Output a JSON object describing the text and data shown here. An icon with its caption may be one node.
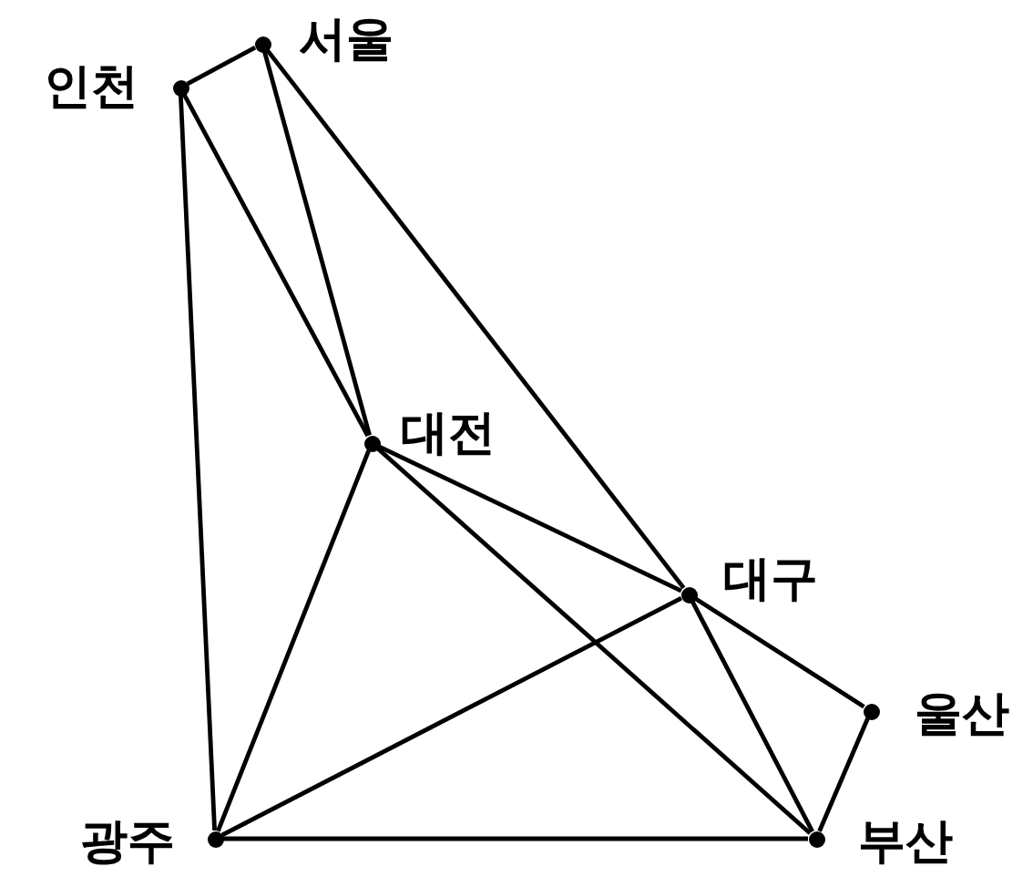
{
  "diagram": {
    "nodes": [
      {
        "text": [],
        "shape": "circle",
        "beside": [
          "서울"
        ]
      },
      {
        "text": [],
        "shape": "circle",
        "beside": [
          "인천"
        ]
      },
      {
        "text": [],
        "shape": "circle",
        "beside": [
          "대전"
        ]
      },
      {
        "text": [],
        "shape": "circle",
        "beside": [
          "대구"
        ]
      },
      {
        "text": [],
        "shape": "circle",
        "beside": [
          "울산"
        ]
      },
      {
        "text": [],
        "shape": "circle",
        "beside": [
          "광주"
        ]
      },
      {
        "text": [],
        "shape": "circle",
        "beside": [
          "부산"
        ]
      }
    ],
    "edges": [
      {
        "from": 1,
        "to": 0,
        "arrow": "none"
      },
      {
        "from": 1,
        "to": 5,
        "arrow": "none"
      },
      {
        "from": 1,
        "to": 2,
        "arrow": "none"
      },
      {
        "from": 0,
        "to": 2,
        "arrow": "none"
      },
      {
        "from": 0,
        "to": 3,
        "arrow": "none"
      },
      {
        "from": 2,
        "to": 5,
        "arrow": "none"
      },
      {
        "from": 2,
        "to": 3,
        "arrow": "none"
      },
      {
        "from": 2,
        "to": 6,
        "arrow": "none"
      },
      {
        "from": 3,
        "to": 5,
        "arrow": "none"
      },
      {
        "from": 3,
        "to": 4,
        "arrow": "none"
      },
      {
        "from": 3,
        "to": 6,
        "arrow": "none"
      },
      {
        "from": 4,
        "to": 6,
        "arrow": "none"
      },
      {
        "from": 5,
        "to": 6,
        "arrow": "none"
      }
    ]
  }
}
